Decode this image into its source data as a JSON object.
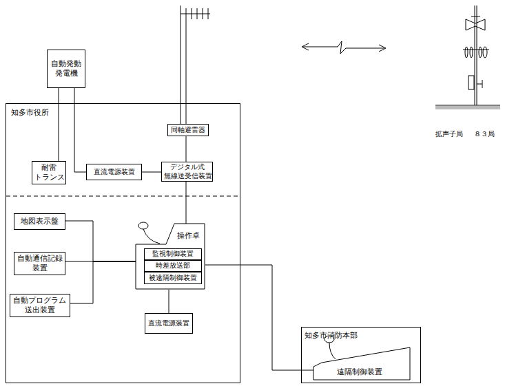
{
  "diagram": {
    "nodes": [
      {
        "text": [
          "知多市役所"
        ]
      },
      {
        "text": [
          "自動発動 発電機"
        ]
      },
      {
        "text": [
          "同軸避雷器"
        ],
        "in": 0
      },
      {
        "text": [
          "耐雷 トランス"
        ],
        "in": 0
      },
      {
        "text": [
          "直流電源装置"
        ],
        "in": 0
      },
      {
        "text": [
          "デジタル式 無線送受信装置"
        ],
        "in": 0
      },
      {
        "text": [
          "地図表示盤"
        ],
        "in": 0
      },
      {
        "text": [
          "自動通信記録 装置"
        ],
        "in": 0
      },
      {
        "text": [
          "自動プログラム 送出装置"
        ],
        "in": 0
      },
      {
        "text": [
          "操作卓"
        ],
        "in": 0
      },
      {
        "text": [
          "監視制御装置"
        ],
        "in": 9
      },
      {
        "text": [
          "時差放送部"
        ],
        "in": 9
      },
      {
        "text": [
          "被遠隔制御装置"
        ],
        "in": 9
      },
      {
        "text": [
          "直流電源装置"
        ],
        "in": 0
      },
      {
        "text": [
          "知多市消防本部"
        ]
      },
      {
        "text": [
          "遠隔制御装置"
        ],
        "in": 14
      }
    ],
    "edges": [
      {
        "from": 1,
        "to": 3,
        "arrow": "none"
      },
      {
        "from": 1,
        "to": 4,
        "arrow": "none"
      },
      {
        "from": 4,
        "to": 5,
        "arrow": "none"
      },
      {
        "from": 2,
        "to": 5,
        "arrow": "none"
      },
      {
        "from": 5,
        "to": 9,
        "arrow": "none"
      },
      {
        "from": 6,
        "to": 9,
        "arrow": "none"
      },
      {
        "from": 7,
        "to": 9,
        "arrow": "none"
      },
      {
        "from": 8,
        "to": 9,
        "arrow": "none"
      },
      {
        "from": 9,
        "to": 13,
        "arrow": "none"
      },
      {
        "from": 9,
        "to": 15,
        "arrow": "none"
      }
    ],
    "labels": [
      "拡声子局",
      "８３局"
    ]
  }
}
